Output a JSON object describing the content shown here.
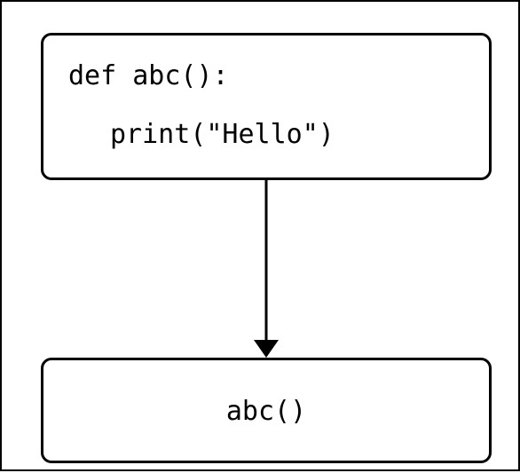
{
  "diagram": {
    "definition_box": {
      "lines": [
        "def abc():",
        "print(\"Hello\")"
      ]
    },
    "call_box": {
      "text": "abc()"
    },
    "edges": [
      {
        "from": "definition_box",
        "to": "call_box",
        "style": "solid-arrow"
      }
    ],
    "colors": {
      "stroke": "#000000",
      "background": "#ffffff"
    }
  }
}
